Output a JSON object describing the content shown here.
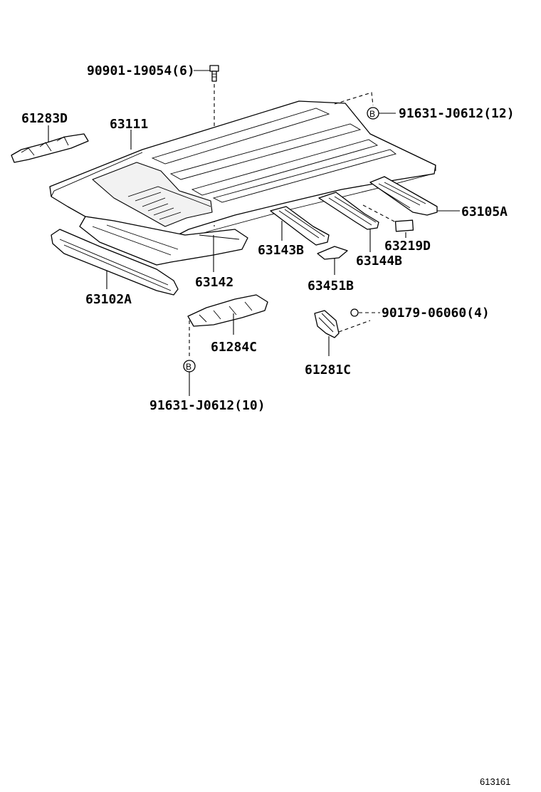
{
  "diagram": {
    "labels": {
      "bolt_90901": "90901-19054(6)",
      "p61283D": "61283D",
      "p63111": "63111",
      "clip_91631_top": "91631-J0612(12)",
      "p63105A": "63105A",
      "p63143B": "63143B",
      "p63219D": "63219D",
      "p63144B": "63144B",
      "p63142": "63142",
      "p63102A": "63102A",
      "p63451B": "63451B",
      "nut_90179": "90179-06060(4)",
      "p61284C": "61284C",
      "p61281C": "61281C",
      "clip_91631_bottom": "91631-J0612(10)"
    },
    "callout_letter_top": "B",
    "callout_letter_bottom": "B",
    "figure_ref": "613161"
  }
}
